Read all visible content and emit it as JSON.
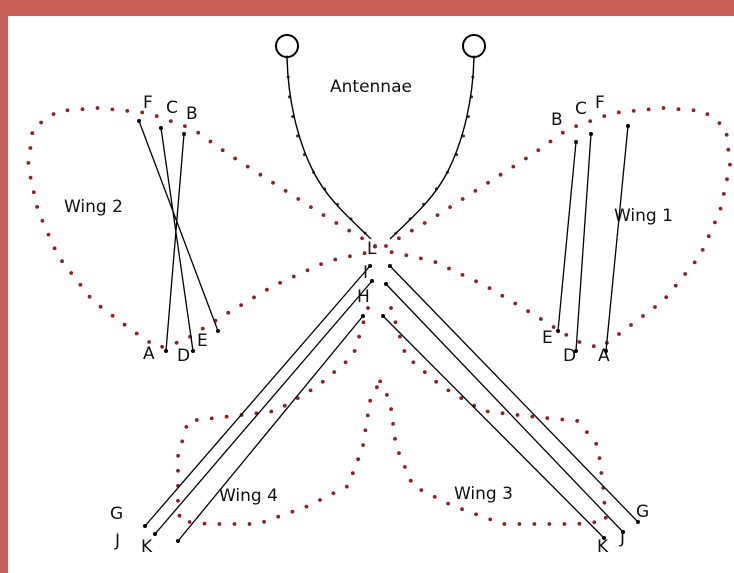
{
  "colors": {
    "border": "#c9605a",
    "background": "#ffffff",
    "dots": "#8b2323",
    "lines": "#000000"
  },
  "labels": {
    "antennae": "Antennae",
    "wing1": "Wing 1",
    "wing2": "Wing 2",
    "wing3": "Wing 3",
    "wing4": "Wing 4"
  },
  "points": {
    "wing2": {
      "f": "F",
      "c": "C",
      "b": "B",
      "a": "A",
      "d": "D",
      "e": "E"
    },
    "wing1": {
      "b": "B",
      "c": "C",
      "f": "F",
      "e": "E",
      "d": "D",
      "a": "A"
    },
    "center": {
      "l": "L",
      "i": "I",
      "h": "H"
    },
    "wing4": {
      "g": "G",
      "j": "J",
      "k": "K"
    },
    "wing3": {
      "g": "G",
      "j": "J",
      "k": "K"
    }
  }
}
